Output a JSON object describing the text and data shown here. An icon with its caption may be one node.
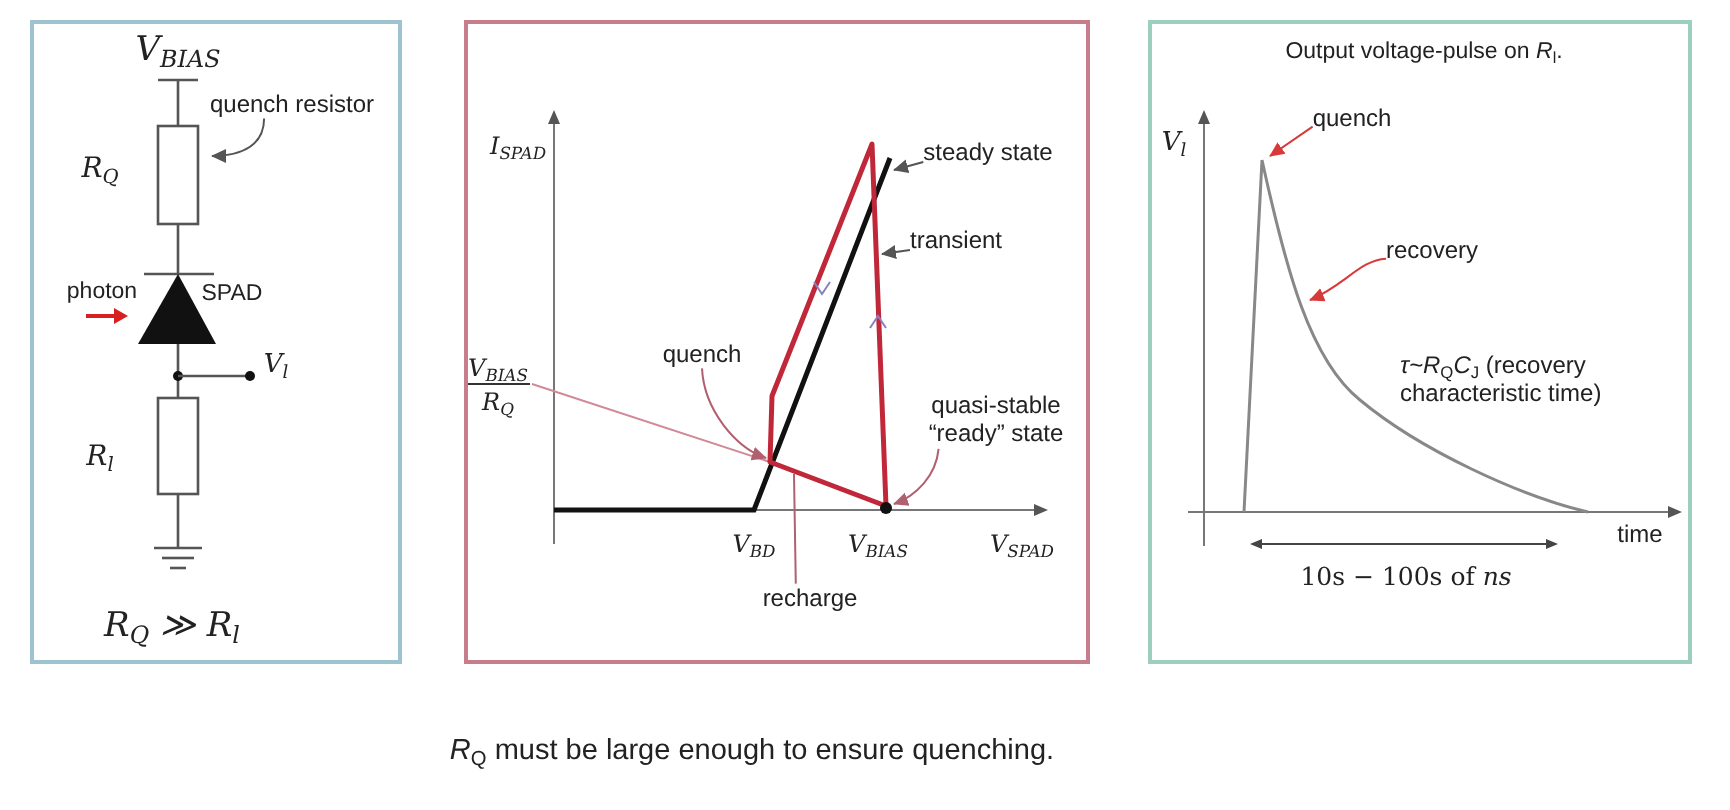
{
  "diagram": {
    "caption": "*R*$_{Q}$ must be large enough to ensure quenching.",
    "nodes": [
      {
        "text": [
          "V$_{BIAS}$",
          "R$_{Q}$",
          "photon",
          "SPAD",
          "V$_{l}$",
          "R$_{l}$",
          "R$_{Q}$ ≫ R$_{l}$"
        ]
      },
      {
        "text": [
          "quench resistor"
        ],
        "in": 0
      },
      {
        "text": [
          "I$_{SPAD}$",
          "V$_{BIAS}$",
          "R$_{Q}$",
          "V$_{BD}$",
          "V$_{BIAS}$",
          "V$_{SPAD}$"
        ]
      },
      {
        "text": [
          "steady state"
        ],
        "in": 2
      },
      {
        "text": [
          "transient"
        ],
        "in": 2
      },
      {
        "text": [
          "quench"
        ],
        "in": 2
      },
      {
        "text": [
          "quasi-stable “ready” state"
        ],
        "in": 2
      },
      {
        "text": [
          "recharge"
        ],
        "in": 2
      },
      {
        "text": [
          "Output voltage-pulse on *R*$_{l}$.",
          "V$_{l}$",
          "*τ~R*$_{Q}$*C*$_{J}$ (recovery characteristic time)",
          "time",
          "10s − 100s of *ns*"
        ]
      },
      {
        "text": [
          "quench"
        ],
        "in": 8
      },
      {
        "text": [
          "recovery"
        ],
        "in": 8
      }
    ],
    "edges": [
      {
        "from": 1,
        "to": null,
        "arrow": "to"
      },
      {
        "from": 3,
        "to": null,
        "arrow": "to"
      },
      {
        "from": 4,
        "to": null,
        "arrow": "to"
      },
      {
        "from": 5,
        "to": null,
        "arrow": "to",
        "color": "#b0606e"
      },
      {
        "from": 6,
        "to": null,
        "arrow": "to",
        "color": "#b0606e"
      },
      {
        "from": 7,
        "to": null,
        "arrow": "none",
        "color": "#b0606e"
      },
      {
        "from": 9,
        "to": null,
        "arrow": "to",
        "color": "#d83a3a"
      },
      {
        "from": 10,
        "to": null,
        "arrow": "to",
        "color": "#d83a3a"
      }
    ]
  }
}
